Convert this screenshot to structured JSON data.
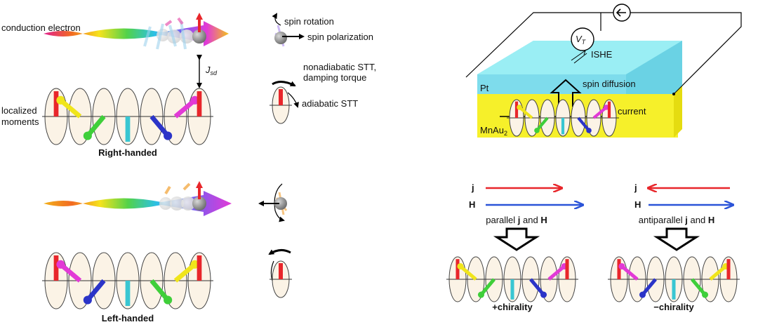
{
  "top_left": {
    "conduction_electron": "conduction electron",
    "jsd_main": "J",
    "jsd_sub": "sd",
    "localized_line1": "localized",
    "localized_line2": "moments",
    "caption": "Right-handed",
    "spin_rotation": "spin rotation",
    "spin_polarization": "spin polarization",
    "nonadiabatic_line1": "nonadiabatic STT,",
    "nonadiabatic_line2": "damping torque",
    "adiabatic": "adiabatic STT"
  },
  "bottom_left": {
    "caption": "Left-handed"
  },
  "device": {
    "vt_main": "V",
    "vt_sub": "T",
    "ishe": "ISHE",
    "pt": "Pt",
    "spin_diffusion": "spin diffusion",
    "current": "current",
    "mnau_main": "MnAu",
    "mnau_sub": "2"
  },
  "parallel": {
    "j": "j",
    "h": "H",
    "cap_pre": "parallel ",
    "cap_j": "j",
    "cap_and": " and ",
    "cap_h": "H",
    "result": "+chirality"
  },
  "antiparallel": {
    "j": "j",
    "h": "H",
    "cap_pre": "antiparallel ",
    "cap_j": "j",
    "cap_and": " and ",
    "cap_h": "H",
    "result": "−chirality"
  },
  "colors": {
    "red": "#e8262b",
    "yellow": "#f0e51b",
    "green": "#3fcf3a",
    "cyan": "#39c6d2",
    "blue": "#2b34c8",
    "magenta": "#e23ad6",
    "pt_top": "#8ee8f0",
    "pt_front": "#7edcec",
    "mnau_front": "#f6f02a",
    "mnau_side": "#e5dc10",
    "ellipse_fill": "#fbf3e6"
  }
}
